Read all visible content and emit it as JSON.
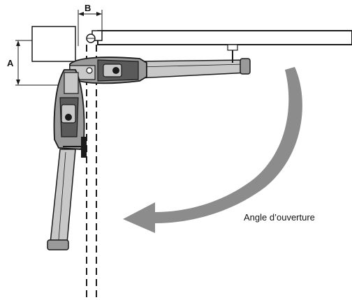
{
  "dimensions": {
    "a_label": "A",
    "b_label": "B"
  },
  "caption": {
    "text": "Angle d’ouverture"
  },
  "colors": {
    "line": "#1a1a1a",
    "arm_fill": "#9a9a9a",
    "arm_dark": "#5a5a5a",
    "arm_light": "#c8c8c8",
    "arrow_fill": "#8c8c8c",
    "background": "#ffffff"
  },
  "icons": {
    "opening_arrow": "curved-arrow-icon"
  }
}
